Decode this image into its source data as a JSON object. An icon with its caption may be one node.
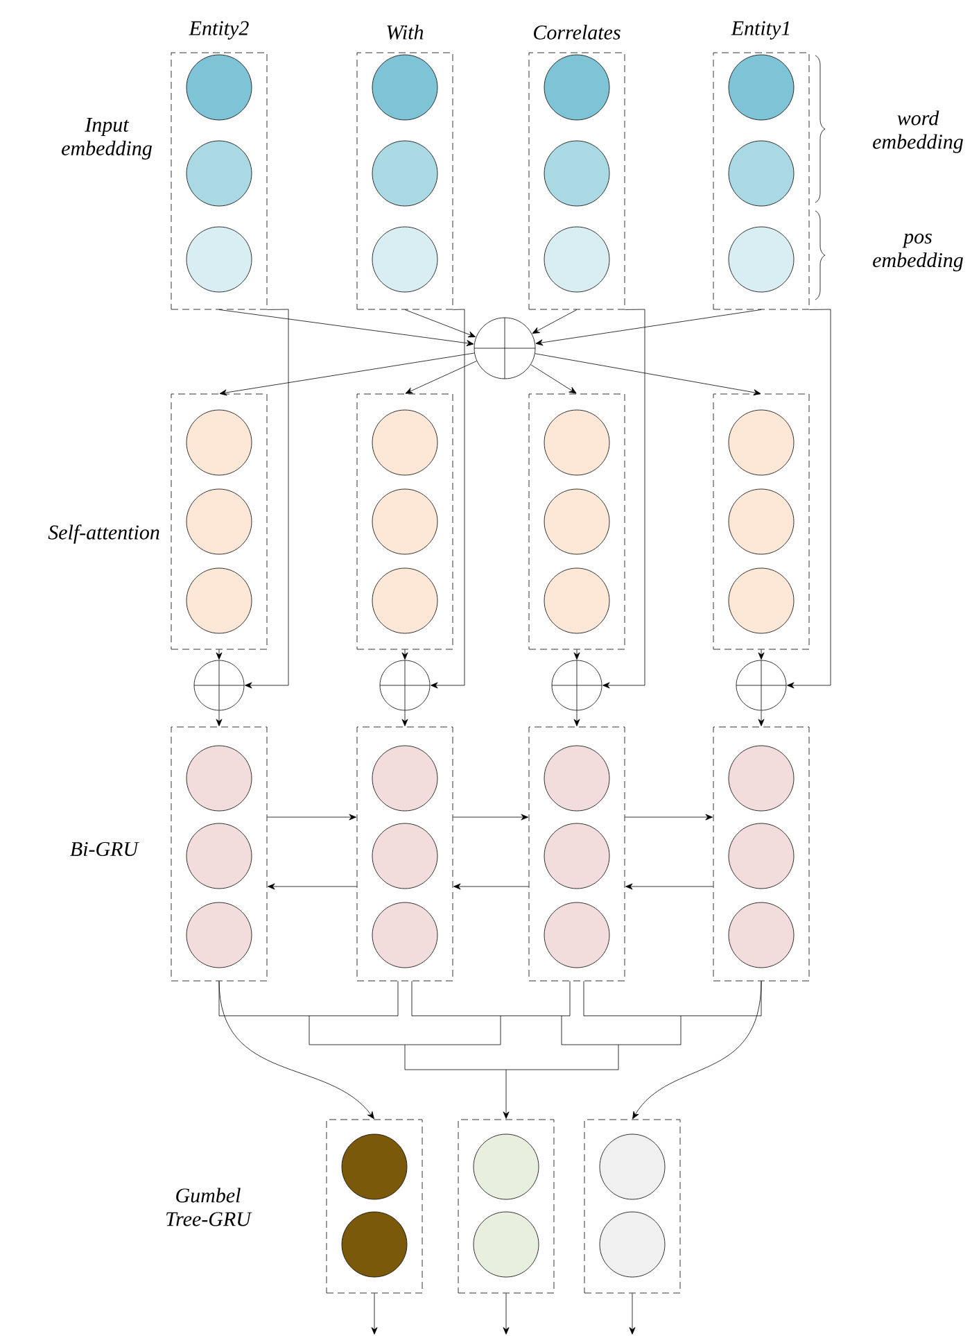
{
  "diagram": {
    "nodes": [
      {
        "text": [],
        "shape": "box",
        "beside": [
          "Entity2"
        ]
      },
      {
        "text": [],
        "shape": "circle",
        "in": 0
      },
      {
        "text": [],
        "shape": "circle",
        "in": 0
      },
      {
        "text": [],
        "shape": "circle",
        "in": 0
      },
      {
        "text": [],
        "shape": "box",
        "beside": [
          "With"
        ]
      },
      {
        "text": [],
        "shape": "circle",
        "in": 4
      },
      {
        "text": [],
        "shape": "circle",
        "in": 4
      },
      {
        "text": [],
        "shape": "circle",
        "in": 4
      },
      {
        "text": [],
        "shape": "box",
        "beside": [
          "Correlates"
        ]
      },
      {
        "text": [],
        "shape": "circle",
        "in": 8
      },
      {
        "text": [],
        "shape": "circle",
        "in": 8
      },
      {
        "text": [],
        "shape": "circle",
        "in": 8
      },
      {
        "text": [],
        "shape": "box",
        "beside": [
          "Entity1"
        ]
      },
      {
        "text": [],
        "shape": "circle",
        "in": 12
      },
      {
        "text": [],
        "shape": "circle",
        "in": 12
      },
      {
        "text": [],
        "shape": "circle",
        "in": 12
      },
      {
        "text": [],
        "shape": "circle"
      },
      {
        "text": [],
        "shape": "box"
      },
      {
        "text": [],
        "shape": "circle",
        "in": 17
      },
      {
        "text": [],
        "shape": "circle",
        "in": 17
      },
      {
        "text": [],
        "shape": "circle",
        "in": 17
      },
      {
        "text": [],
        "shape": "box"
      },
      {
        "text": [],
        "shape": "circle",
        "in": 21
      },
      {
        "text": [],
        "shape": "circle",
        "in": 21
      },
      {
        "text": [],
        "shape": "circle",
        "in": 21
      },
      {
        "text": [],
        "shape": "box"
      },
      {
        "text": [],
        "shape": "circle",
        "in": 25
      },
      {
        "text": [],
        "shape": "circle",
        "in": 25
      },
      {
        "text": [],
        "shape": "circle",
        "in": 25
      },
      {
        "text": [],
        "shape": "box"
      },
      {
        "text": [],
        "shape": "circle",
        "in": 29
      },
      {
        "text": [],
        "shape": "circle",
        "in": 29
      },
      {
        "text": [],
        "shape": "circle",
        "in": 29
      },
      {
        "text": [],
        "shape": "circle"
      },
      {
        "text": [],
        "shape": "circle"
      },
      {
        "text": [],
        "shape": "circle"
      },
      {
        "text": [],
        "shape": "circle"
      },
      {
        "text": [],
        "shape": "box"
      },
      {
        "text": [],
        "shape": "circle",
        "in": 37
      },
      {
        "text": [],
        "shape": "circle",
        "in": 37
      },
      {
        "text": [],
        "shape": "circle",
        "in": 37
      },
      {
        "text": [],
        "shape": "box"
      },
      {
        "text": [],
        "shape": "circle",
        "in": 41
      },
      {
        "text": [],
        "shape": "circle",
        "in": 41
      },
      {
        "text": [],
        "shape": "circle",
        "in": 41
      },
      {
        "text": [],
        "shape": "box"
      },
      {
        "text": [],
        "shape": "circle",
        "in": 45
      },
      {
        "text": [],
        "shape": "circle",
        "in": 45
      },
      {
        "text": [],
        "shape": "circle",
        "in": 45
      },
      {
        "text": [],
        "shape": "box"
      },
      {
        "text": [],
        "shape": "circle",
        "in": 49
      },
      {
        "text": [],
        "shape": "circle",
        "in": 49
      },
      {
        "text": [],
        "shape": "circle",
        "in": 49
      },
      {
        "text": [],
        "shape": "box"
      },
      {
        "text": [],
        "shape": "circle",
        "in": 53
      },
      {
        "text": [],
        "shape": "circle",
        "in": 53
      },
      {
        "text": [],
        "shape": "box"
      },
      {
        "text": [],
        "shape": "circle",
        "in": 56
      },
      {
        "text": [],
        "shape": "circle",
        "in": 56
      },
      {
        "text": [],
        "shape": "box"
      },
      {
        "text": [],
        "shape": "circle",
        "in": 59
      },
      {
        "text": [],
        "shape": "circle",
        "in": 59
      }
    ],
    "edges": [
      {
        "from": 0,
        "to": 16,
        "arrow": "to"
      },
      {
        "from": 4,
        "to": 16,
        "arrow": "to"
      },
      {
        "from": 8,
        "to": 16,
        "arrow": "to"
      },
      {
        "from": 12,
        "to": 16,
        "arrow": "to"
      },
      {
        "from": 16,
        "to": 17,
        "arrow": "to"
      },
      {
        "from": 16,
        "to": 21,
        "arrow": "to"
      },
      {
        "from": 16,
        "to": 25,
        "arrow": "to"
      },
      {
        "from": 16,
        "to": 29,
        "arrow": "to"
      },
      {
        "from": 0,
        "to": 33,
        "arrow": "to"
      },
      {
        "from": 4,
        "to": 34,
        "arrow": "to"
      },
      {
        "from": 8,
        "to": 35,
        "arrow": "to"
      },
      {
        "from": 12,
        "to": 36,
        "arrow": "to"
      },
      {
        "from": 17,
        "to": 33,
        "arrow": "to"
      },
      {
        "from": 21,
        "to": 34,
        "arrow": "to"
      },
      {
        "from": 25,
        "to": 35,
        "arrow": "to"
      },
      {
        "from": 29,
        "to": 36,
        "arrow": "to"
      },
      {
        "from": 33,
        "to": 37,
        "arrow": "to"
      },
      {
        "from": 34,
        "to": 41,
        "arrow": "to"
      },
      {
        "from": 35,
        "to": 45,
        "arrow": "to"
      },
      {
        "from": 36,
        "to": 49,
        "arrow": "to"
      },
      {
        "from": 37,
        "to": 41,
        "arrow": "to"
      },
      {
        "from": 41,
        "to": 37,
        "arrow": "to"
      },
      {
        "from": 41,
        "to": 45,
        "arrow": "to"
      },
      {
        "from": 45,
        "to": 41,
        "arrow": "to"
      },
      {
        "from": 45,
        "to": 49,
        "arrow": "to"
      },
      {
        "from": 49,
        "to": 45,
        "arrow": "to"
      },
      {
        "from": 37,
        "to": 56,
        "arrow": "to"
      },
      {
        "from": 41,
        "to": 56,
        "arrow": "to"
      },
      {
        "from": 45,
        "to": 56,
        "arrow": "to"
      },
      {
        "from": 49,
        "to": 56,
        "arrow": "to"
      },
      {
        "from": 37,
        "to": 53,
        "arrow": "to"
      },
      {
        "from": 49,
        "to": 59,
        "arrow": "to"
      },
      {
        "from": 53,
        "to": null,
        "arrow": "to"
      },
      {
        "from": 56,
        "to": null,
        "arrow": "to"
      },
      {
        "from": 59,
        "to": null,
        "arrow": "to"
      }
    ],
    "labels": [
      "word embedding",
      "Input embedding",
      "pos embedding",
      "Self-attention",
      "Bi-GRU",
      "Gumbel Tree-GRU"
    ]
  }
}
